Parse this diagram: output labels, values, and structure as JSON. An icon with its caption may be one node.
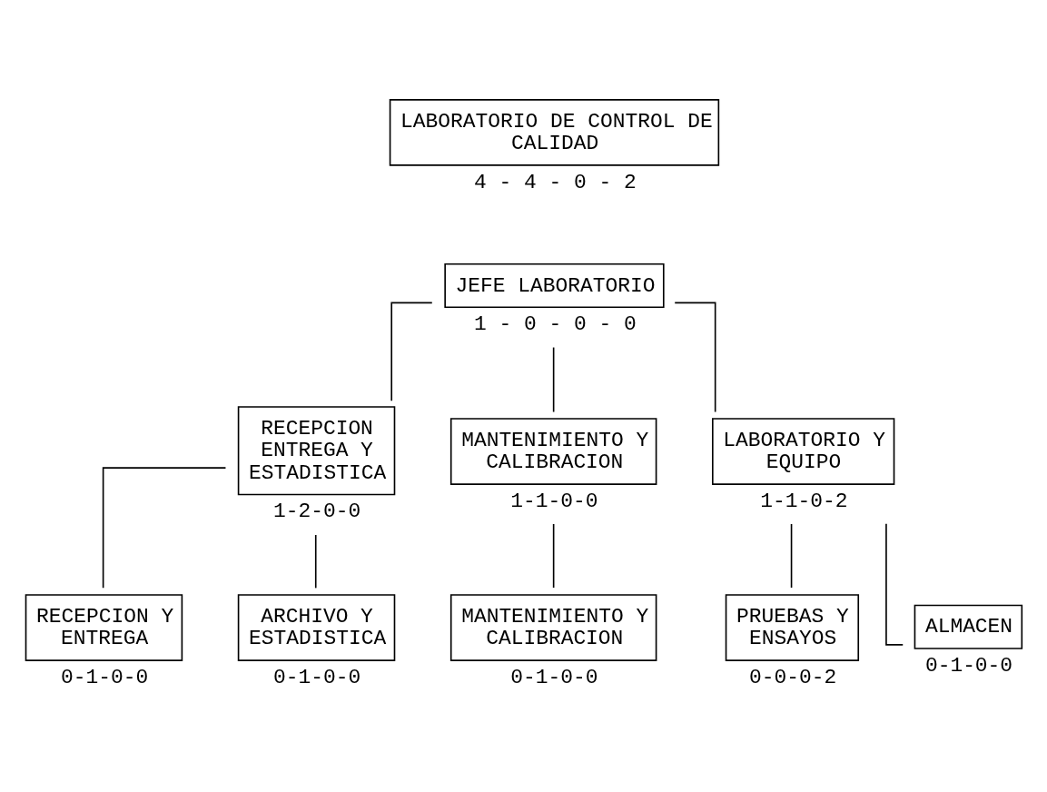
{
  "diagram": {
    "nodes": [
      {
        "text": [
          "LABORATORIO DE CONTROL DE CALIDAD"
        ],
        "beside": [
          "4 - 4 - 0 - 2"
        ]
      },
      {
        "text": [
          "JEFE LABORATORIO"
        ],
        "beside": [
          "1 - 0 - 0 - 0"
        ]
      },
      {
        "text": [
          "RECEPCION ENTREGA Y ESTADISTICA"
        ],
        "beside": [
          "1-2-0-0"
        ]
      },
      {
        "text": [
          "MANTENIMIENTO Y CALIBRACION"
        ],
        "beside": [
          "1-1-0-0"
        ]
      },
      {
        "text": [
          "LABORATORIO Y EQUIPO"
        ],
        "beside": [
          "1-1-0-2"
        ]
      },
      {
        "text": [
          "RECEPCION Y ENTREGA"
        ],
        "beside": [
          "0-1-0-0"
        ]
      },
      {
        "text": [
          "ARCHIVO Y ESTADISTICA"
        ],
        "beside": [
          "0-1-0-0"
        ]
      },
      {
        "text": [
          "MANTENIMIENTO Y CALIBRACION"
        ],
        "beside": [
          "0-1-0-0"
        ]
      },
      {
        "text": [
          "PRUEBAS Y ENSAYOS"
        ],
        "beside": [
          "0-0-0-2"
        ]
      },
      {
        "text": [
          "ALMACEN"
        ],
        "beside": [
          "0-1-0-0"
        ]
      }
    ],
    "edges": [
      {
        "from": 1,
        "to": 2,
        "arrow": "none"
      },
      {
        "from": 1,
        "to": 3,
        "arrow": "none"
      },
      {
        "from": 1,
        "to": 4,
        "arrow": "none"
      },
      {
        "from": 2,
        "to": 5,
        "arrow": "none"
      },
      {
        "from": 2,
        "to": 6,
        "arrow": "none"
      },
      {
        "from": 3,
        "to": 7,
        "arrow": "none"
      },
      {
        "from": 4,
        "to": 8,
        "arrow": "none"
      },
      {
        "from": 4,
        "to": 9,
        "arrow": "none"
      }
    ]
  }
}
